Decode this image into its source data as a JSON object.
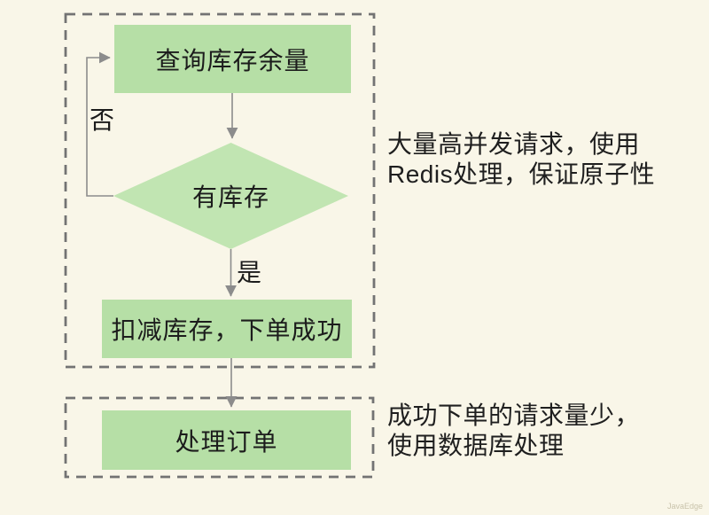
{
  "diagram": {
    "high_concurrency_region": {
      "nodes": {
        "query_stock": "查询库存余量",
        "has_stock": "有库存",
        "deduct_stock": "扣减库存，下单成功"
      },
      "edge_labels": {
        "no": "否",
        "yes": "是"
      },
      "note": "大量高并发请求，使用\nRedis处理，保证原子性"
    },
    "order_region": {
      "nodes": {
        "process_order": "处理订单"
      },
      "note": "成功下单的请求量少，\n使用数据库处理"
    }
  },
  "watermark": "JavaEdge",
  "colors": {
    "background": "#f9f6e8",
    "node_fill": "#b6dfa6",
    "diamond_fill": "#c1e5b2",
    "dashed_border": "#737373",
    "arrow": "#8c8c8c",
    "text": "#1c1c1c",
    "watermark_text": "#c9c3ab"
  }
}
